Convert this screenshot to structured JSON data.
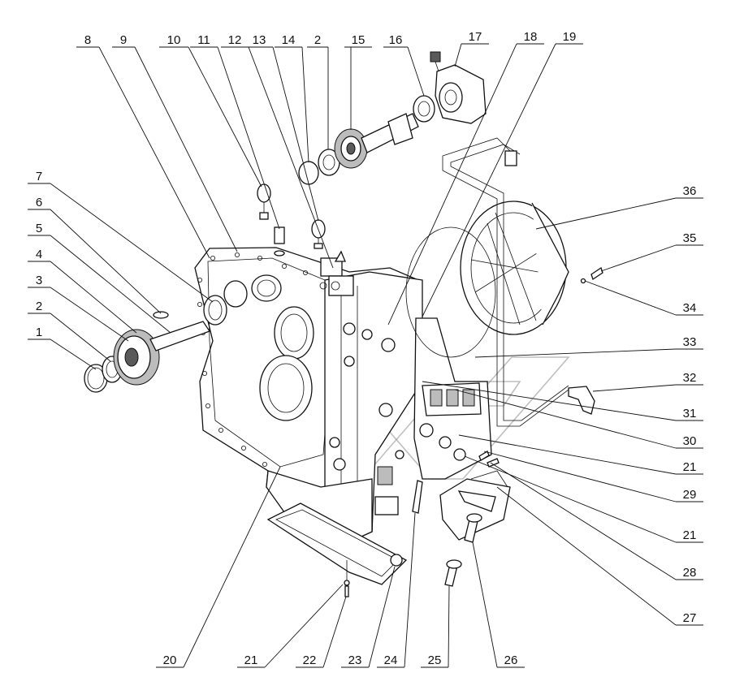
{
  "labels": {
    "l1": "1",
    "l2a": "2",
    "l3": "3",
    "l4": "4",
    "l5": "5",
    "l6": "6",
    "l7": "7",
    "l8": "8",
    "l9": "9",
    "l10": "10",
    "l11": "11",
    "l12": "12",
    "l13": "13",
    "l14": "14",
    "l2b": "2",
    "l15": "15",
    "l16": "16",
    "l17": "17",
    "l18": "18",
    "l19": "19",
    "l36": "36",
    "l35": "35",
    "l34": "34",
    "l33": "33",
    "l32": "32",
    "l31": "31",
    "l30": "30",
    "l21a": "21",
    "l29": "29",
    "l21b": "21",
    "l28": "28",
    "l27": "27",
    "l20": "20",
    "l21c": "21",
    "l22": "22",
    "l23": "23",
    "l24": "24",
    "l25": "25",
    "l26": "26"
  },
  "colors": {
    "ink": "#111111",
    "shade": "#bcbcbc",
    "dark": "#5a5a5a",
    "background": "#ffffff"
  }
}
